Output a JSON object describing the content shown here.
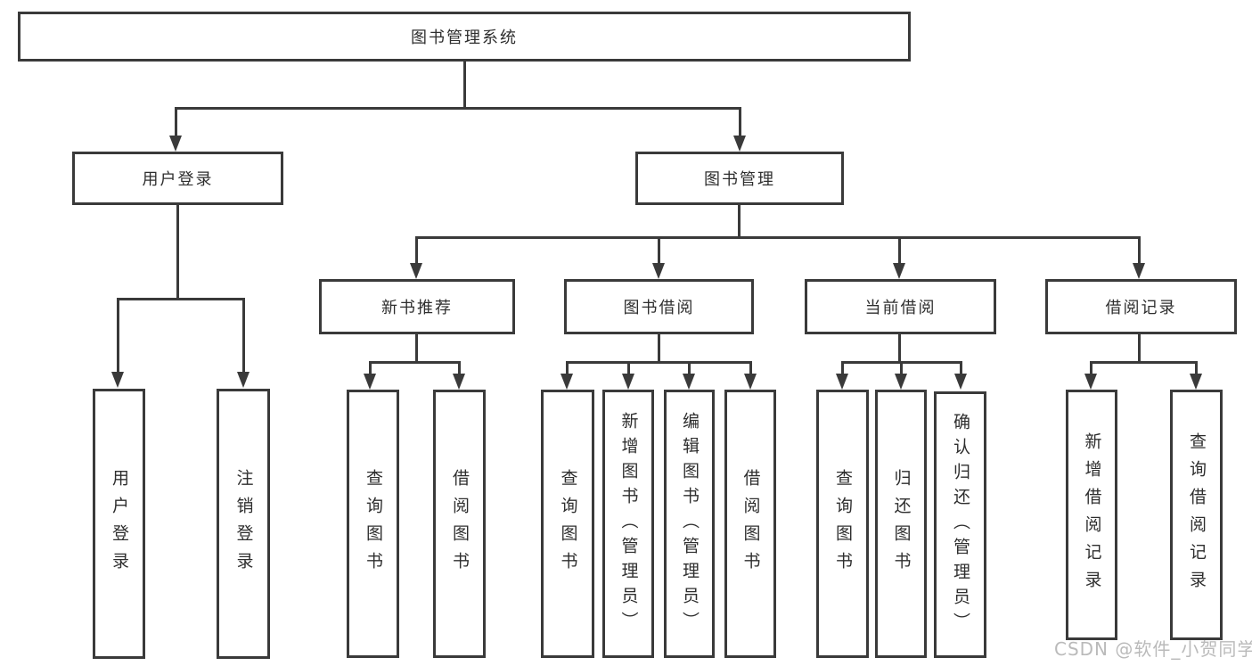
{
  "diagram": {
    "root": {
      "label": "图书管理系统"
    },
    "level2": {
      "user_login": {
        "label": "用户登录"
      },
      "book_mgmt": {
        "label": "图书管理"
      }
    },
    "user_login_children": {
      "login": {
        "label": "用户登录"
      },
      "logout": {
        "label": "注销登录"
      }
    },
    "book_mgmt_children": {
      "new_book_rec": {
        "label": "新书推荐"
      },
      "book_borrow": {
        "label": "图书借阅"
      },
      "current_borrow": {
        "label": "当前借阅"
      },
      "borrow_record": {
        "label": "借阅记录"
      }
    },
    "new_book_rec_children": {
      "query_books": {
        "label": "查询图书"
      },
      "borrow_books": {
        "label": "借阅图书"
      }
    },
    "book_borrow_children": {
      "query_books": {
        "label": "查询图书"
      },
      "add_books_admin": {
        "label": "新增图书（管理员）"
      },
      "edit_books_admin": {
        "label": "编辑图书（管理员）"
      },
      "borrow_books": {
        "label": "借阅图书"
      }
    },
    "current_borrow_children": {
      "query_books": {
        "label": "查询图书"
      },
      "return_books": {
        "label": "归还图书"
      },
      "confirm_return_admin": {
        "label": "确认归还（管理员）"
      }
    },
    "borrow_record_children": {
      "add_record": {
        "label": "新增借阅记录"
      },
      "query_record": {
        "label": "查询借阅记录"
      }
    },
    "watermark": "CSDN @软件_小贺同学"
  },
  "colors": {
    "background": "#ffffff",
    "line": "#3a3a3a",
    "box_border": "#3a3a3a",
    "text": "#2e2e2e",
    "watermark": "#b5b5b5"
  }
}
